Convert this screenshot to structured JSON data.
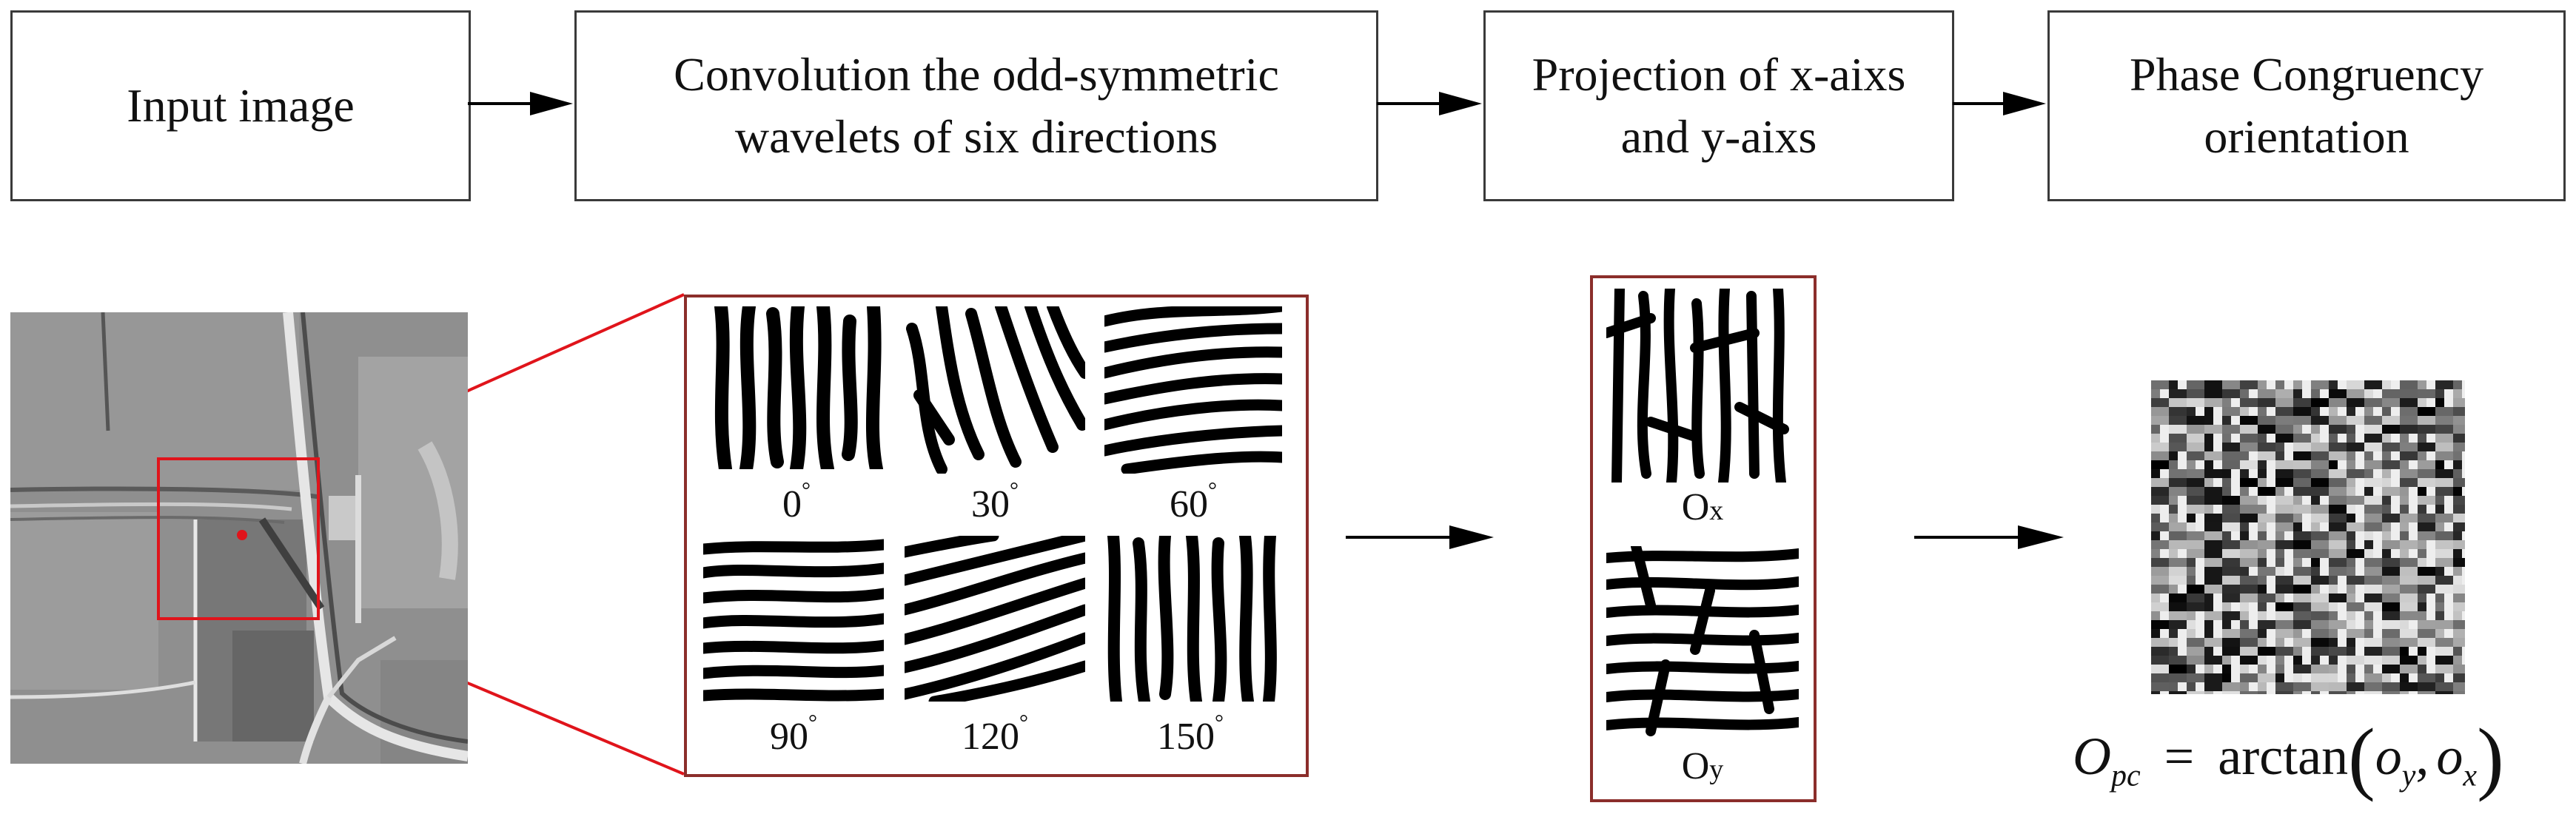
{
  "flow_steps": [
    {
      "label": "Input image"
    },
    {
      "label": "Convolution the odd-symmetric wavelets of six directions"
    },
    {
      "label": "Projection of x-aixs and y-aixs"
    },
    {
      "label": "Phase Congruency orientation"
    }
  ],
  "directions": [
    "0",
    "30",
    "60",
    "90",
    "120",
    "150"
  ],
  "degree_symbol": "°",
  "projections": {
    "x": {
      "base": "O",
      "sub": "x"
    },
    "y": {
      "base": "O",
      "sub": "y"
    }
  },
  "formula": {
    "lhs": "O",
    "lhs_sub": "pc",
    "equals": "=",
    "func": "arctan",
    "arg1": "o",
    "arg1_sub": "y",
    "sep": ",",
    "arg2": "o",
    "arg2_sub": "x"
  },
  "colors": {
    "box_border": "#3a3a3a",
    "frame_border": "#8b2e2b",
    "highlight": "#e0141b",
    "arrow": "#000000"
  }
}
